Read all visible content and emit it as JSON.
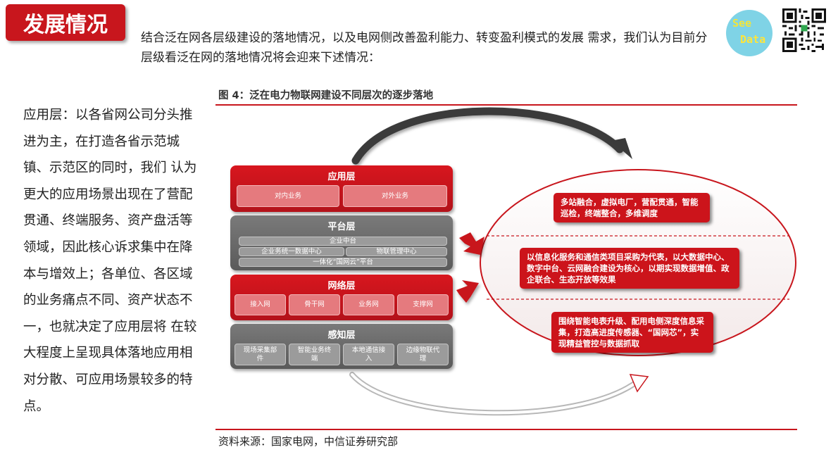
{
  "header": {
    "title": "发展情况",
    "intro": "结合泛在网各层级建设的落地情况，以及电网侧改善盈利能力、转变盈利模式的发展 需求，我们认为目前分层级看泛在网的落地情况将会迎来下述情况："
  },
  "logo": {
    "line1": "See",
    "line2": "Data",
    "color": "#7fd3e6"
  },
  "side_text": "应用层：以各省网公司分头推进为主，在打造各省示范城镇、示范区的同时，我们 认为更大的应用场景出现在了营配贯通、终端服务、资产盘活等领域，因此核心诉求集中在降本与增效上；各单位、各区域的业务痛点不同、资产状态不一，也就决定了应用层将 在较大程度上呈现具体落地应用相对分散、可应用场景较多的特点。",
  "figure": {
    "caption": "图 4：泛在电力物联网建设不同层次的逐步落地",
    "source": "资料来源：国家电网，中信证券研究部",
    "layers": {
      "application": {
        "title": "应用层",
        "items": [
          "对内业务",
          "对外业务"
        ]
      },
      "platform": {
        "title": "平台层",
        "items": [
          "企业中台",
          "企业务统一数据中心",
          "物联管理中心",
          "一体化“国网云”平台"
        ]
      },
      "network": {
        "title": "网络层",
        "items": [
          "接入网",
          "骨干网",
          "业务网",
          "支撑网"
        ]
      },
      "perception": {
        "title": "感知层",
        "items": [
          "现场采集部件",
          "智能业务终端",
          "本地通信接入",
          "边缘物联代理"
        ]
      }
    },
    "ellipse_items": [
      "多站融合，虚拟电厂，营配贯通，智能巡检，终端整合，多维调度",
      "以信息化服务和通信类项目采购为代表，以大数据中心、数字中台、云网融合建设为核心，以期实现数据增值、政企联合、生态开放等效果",
      "围绕智能电表升级、配用电侧深度信息采集，打造高进度传感器、“国网芯”，实现精益管控与数据抓取"
    ],
    "colors": {
      "red": "#c8161d",
      "gray": "#6b6b6b"
    }
  }
}
